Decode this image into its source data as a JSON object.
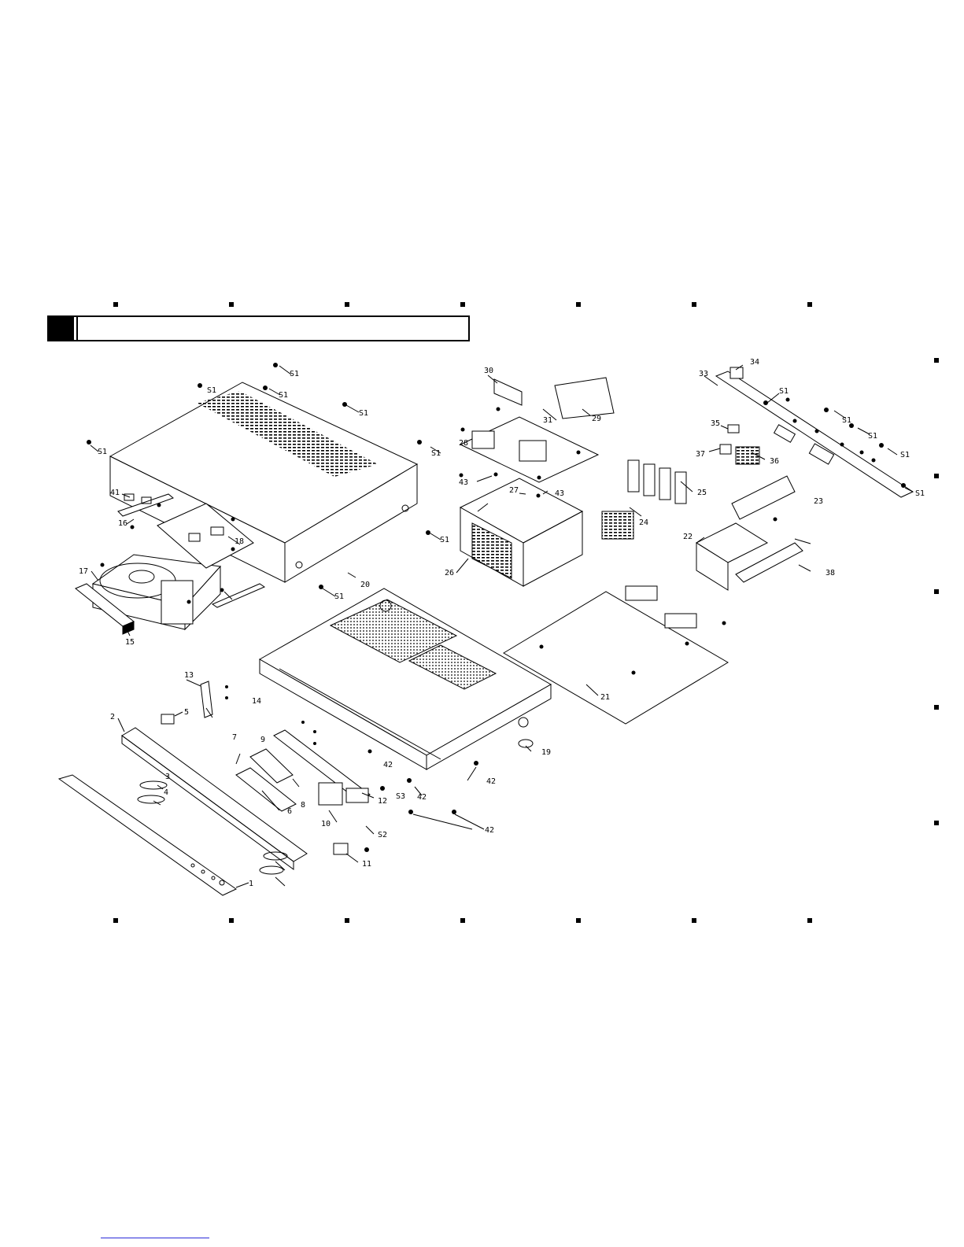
{
  "header": {
    "title": ""
  },
  "callouts": [
    "1",
    "2",
    "3",
    "4",
    "5",
    "6",
    "7",
    "8",
    "9",
    "10",
    "11",
    "12",
    "13",
    "14",
    "15",
    "16",
    "17",
    "18",
    "19",
    "20",
    "21",
    "22",
    "23",
    "24",
    "25",
    "26",
    "27",
    "28",
    "29",
    "30",
    "31",
    "33",
    "34",
    "35",
    "36",
    "37",
    "38",
    "41",
    "42",
    "43",
    "S1",
    "S2",
    "S3"
  ],
  "colors": {
    "ink": "#000000",
    "paper": "#ffffff",
    "link": "#2a2ad8"
  }
}
